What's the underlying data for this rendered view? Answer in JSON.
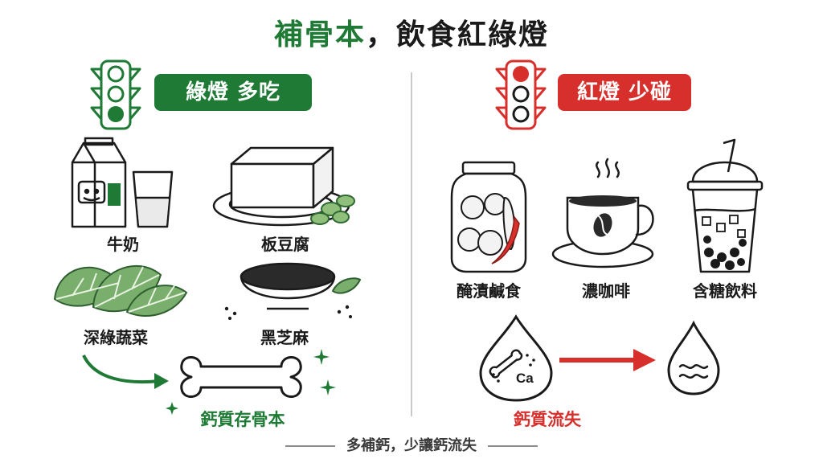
{
  "title": {
    "part_green": "補骨本",
    "part_black": "，飲食紅綠燈"
  },
  "left": {
    "badge": "綠燈 多吃",
    "items": [
      "牛奶",
      "板豆腐",
      "深綠蔬菜",
      "黑芝麻"
    ],
    "result": "鈣質存骨本"
  },
  "right": {
    "badge": "紅燈 少碰",
    "items": [
      "醃漬鹹食",
      "濃咖啡",
      "含糖飲料"
    ],
    "result": "鈣質流失",
    "drop_label": "Ca"
  },
  "footer": "多補鈣，少讓鈣流失",
  "colors": {
    "green": "#1e7a34",
    "red": "#d7302c",
    "leaf": "#4a8a4e",
    "gray": "#c8c8c8"
  }
}
